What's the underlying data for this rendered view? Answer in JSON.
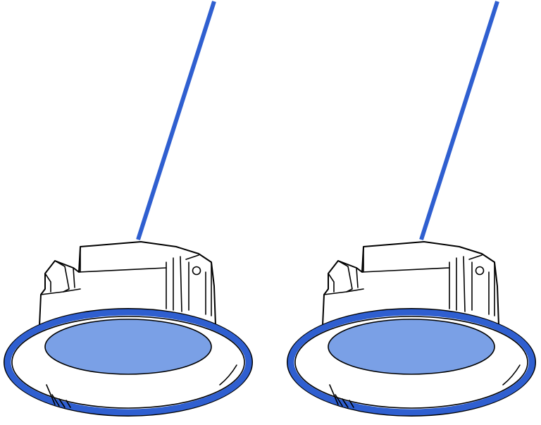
{
  "illustration": {
    "subject": "recessed-downlight-pair",
    "colors": {
      "background": "#ffffff",
      "outline": "#000000",
      "cable": "#2f5fd0",
      "trim_ring": "#2f5fd0",
      "lens": "#7aa0e6"
    },
    "lights": [
      {
        "id": "left-downlight"
      },
      {
        "id": "right-downlight"
      }
    ]
  }
}
